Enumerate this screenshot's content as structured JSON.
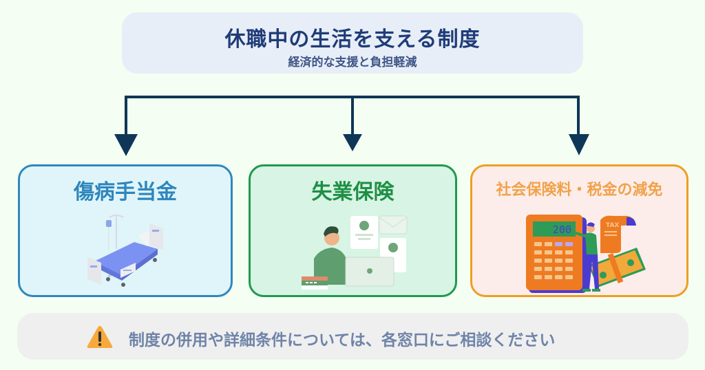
{
  "header": {
    "title": "休職中の生活を支える制度",
    "subtitle": "経済的な支援と負担軽減"
  },
  "cards": [
    {
      "title": "傷病手当金",
      "illustration": "hospital-bed-icon",
      "accent": "#2E88BE",
      "fill": "#E0F5FA"
    },
    {
      "title": "失業保険",
      "illustration": "job-search-person-icon",
      "accent": "#1E9A4C",
      "fill": "#D7F4E4"
    },
    {
      "title": "社会保険料・税金の減免",
      "illustration": "calculator-tax-icon",
      "accent": "#EE9F20",
      "fill": "#FDEDEA",
      "calculator_display": "200",
      "receipt_label": "TAX"
    }
  ],
  "note": {
    "icon": "warning-icon",
    "text": "制度の併用や詳細条件については、各窓口にご相談ください"
  },
  "colors": {
    "background": "#F5FEF2",
    "connector": "#0E3657",
    "title": "#1F3C78",
    "note_text": "#6F84A9",
    "warning": "#F7A93B"
  }
}
